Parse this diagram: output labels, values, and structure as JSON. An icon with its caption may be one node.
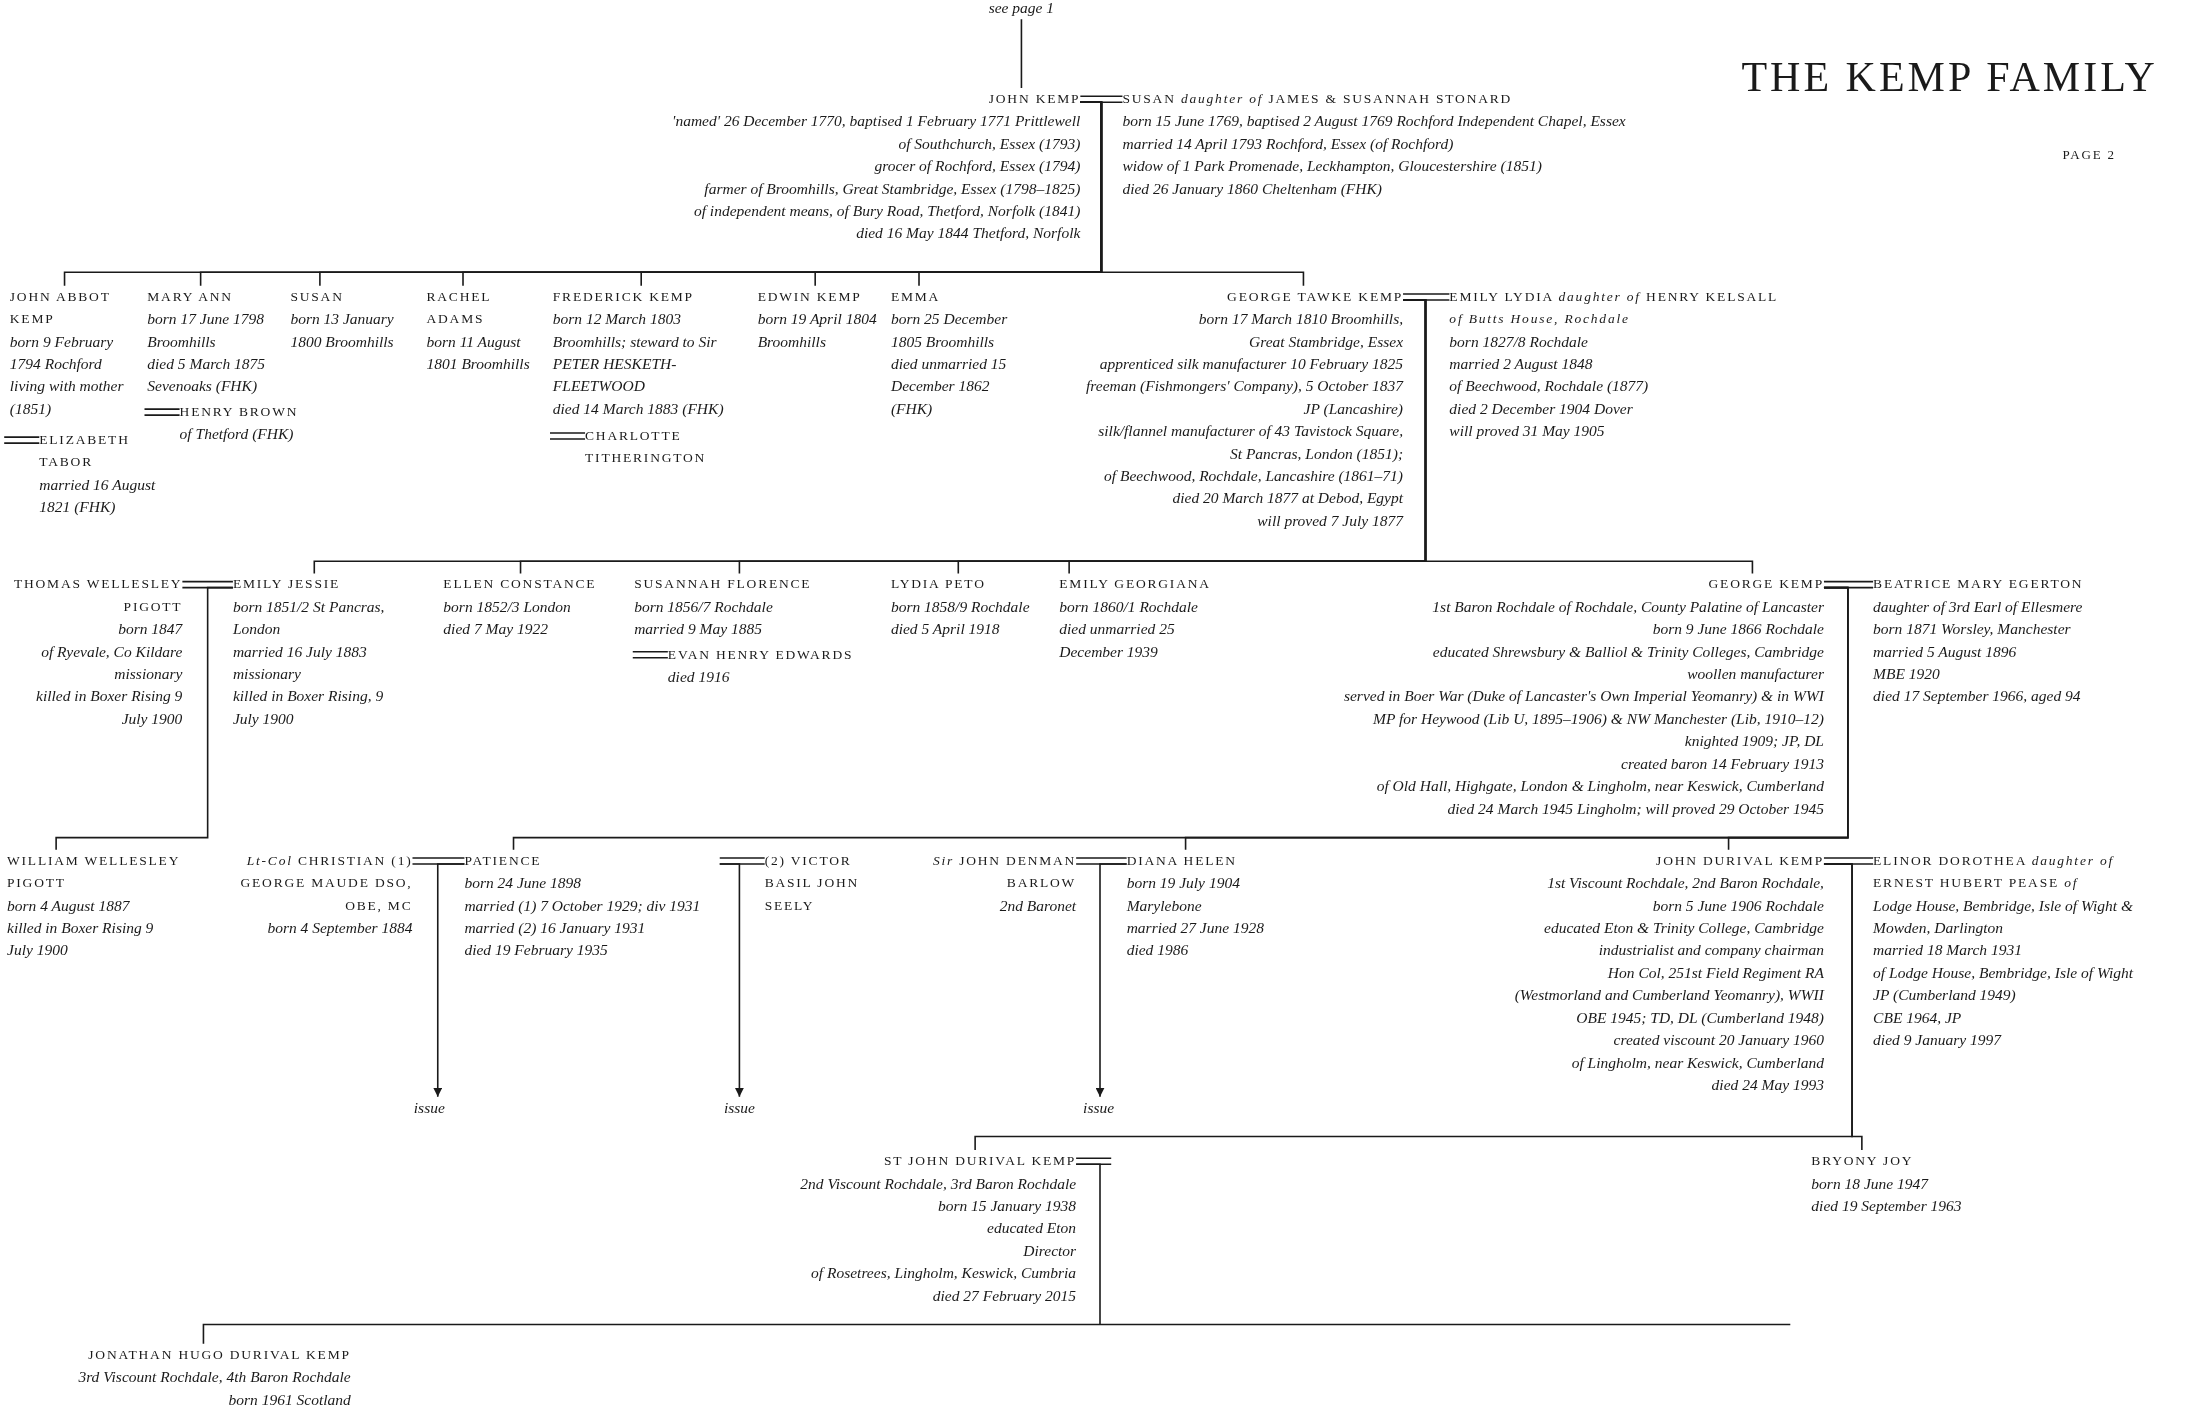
{
  "diagram": {
    "title": "THE KEMP FAMILY",
    "nodes": [
      {
        "text": [
          "see page 1"
        ]
      },
      {
        "text": [
          "JOHN KEMP",
          "'named' 26 December 1770, baptised 1 February 1771 Prittlewell",
          "of Southchurch, Essex (1793)",
          "grocer of Rochford, Essex (1794)",
          "farmer of Broomhills, Great Stambridge, Essex (1798–1825)",
          "of independent means, of Bury Road, Thetford, Norfolk (1841)",
          "died 16 May 1844 Thetford, Norfolk"
        ]
      },
      {
        "text": [
          "SUSAN *daughter of* JAMES & SUSANNAH STONARD",
          "born 15 June 1769, baptised 2 August 1769 Rochford Independent Chapel, Essex",
          "married 14 April 1793 Rochford, Essex (of Rochford)",
          "widow of 1 Park Promenade, Leckhampton, Gloucestershire (1851)",
          "died 26 January 1860 Cheltenham (FHK)"
        ]
      },
      {
        "text": [
          "JOHN ABBOT KEMP",
          "born 9 February 1794 Rochford",
          "living with mother (1851)"
        ]
      },
      {
        "text": [
          "ELIZABETH TABOR",
          "married 16 August 1821 (FHK)"
        ]
      },
      {
        "text": [
          "MARY ANN",
          "born 17 June 1798 Broomhills",
          "died 5 March 1875 Sevenoaks (FHK)"
        ]
      },
      {
        "text": [
          "HENRY BROWN",
          "of Thetford (FHK)"
        ]
      },
      {
        "text": [
          "SUSAN",
          "born 13 January 1800 Broomhills"
        ]
      },
      {
        "text": [
          "RACHEL ADAMS",
          "born 11 August 1801 Broomhills"
        ]
      },
      {
        "text": [
          "FREDERICK KEMP",
          "born 12 March 1803 Broomhills; steward to Sir PETER HESKETH-FLEETWOOD",
          "died 14 March 1883 (FHK)"
        ]
      },
      {
        "text": [
          "CHARLOTTE TITHERINGTON"
        ]
      },
      {
        "text": [
          "EDWIN KEMP",
          "born 19 April 1804 Broomhills"
        ]
      },
      {
        "text": [
          "EMMA",
          "born 25 December 1805 Broomhills",
          "died unmarried 15 December 1862 (FHK)"
        ]
      },
      {
        "text": [
          "GEORGE TAWKE KEMP",
          "born 17 March 1810 Broomhills,",
          "Great Stambridge, Essex",
          "apprenticed silk manufacturer 10 February 1825",
          "freeman (Fishmongers' Company), 5 October 1837",
          "JP (Lancashire)",
          "silk/flannel manufacturer of 43 Tavistock Square,",
          "St Pancras, London (1851);",
          "of Beechwood, Rochdale, Lancashire (1861–71)",
          "died 20 March 1877 at Debod, Egypt",
          "will proved 7 July 1877"
        ]
      },
      {
        "text": [
          "EMILY LYDIA *daughter of* HENRY KELSALL *of Butts House, Rochdale*",
          "born 1827/8 Rochdale",
          "married 2 August 1848",
          "of Beechwood, Rochdale (1877)",
          "died 2 December 1904 Dover",
          "will proved 31 May 1905"
        ]
      },
      {
        "text": [
          "THOMAS WELLESLEY PIGOTT",
          "born 1847",
          "of Ryevale, Co Kildare",
          "missionary",
          "killed in Boxer Rising 9 July 1900"
        ]
      },
      {
        "text": [
          "EMILY JESSIE",
          "born 1851/2 St Pancras, London",
          "married 16 July 1883",
          "missionary",
          "killed in Boxer Rising, 9 July 1900"
        ]
      },
      {
        "text": [
          "ELLEN CONSTANCE",
          "born 1852/3 London",
          "died 7 May 1922"
        ]
      },
      {
        "text": [
          "SUSANNAH FLORENCE",
          "born 1856/7 Rochdale",
          "married 9 May 1885"
        ]
      },
      {
        "text": [
          "EVAN HENRY EDWARDS",
          "died 1916"
        ]
      },
      {
        "text": [
          "LYDIA PETO",
          "born 1858/9 Rochdale",
          "died 5 April 1918"
        ]
      },
      {
        "text": [
          "EMILY GEORGIANA",
          "born 1860/1 Rochdale",
          "died unmarried 25 December 1939"
        ]
      },
      {
        "text": [
          "GEORGE KEMP",
          "1st Baron Rochdale of Rochdale, County Palatine of Lancaster",
          "born 9 June 1866 Rochdale",
          "educated Shrewsbury & Balliol & Trinity Colleges, Cambridge",
          "woollen manufacturer",
          "served in Boer War (Duke of Lancaster's Own Imperial Yeomanry) & in WWI",
          "MP for Heywood (Lib U, 1895–1906) & NW Manchester (Lib, 1910–12)",
          "knighted 1909; JP, DL",
          "created baron 14 February 1913",
          "of Old Hall, Highgate, London & Lingholm, near Keswick, Cumberland",
          "died 24 March 1945 Lingholm; will proved 29 October 1945"
        ]
      },
      {
        "text": [
          "BEATRICE MARY EGERTON",
          "daughter of 3rd Earl of Ellesmere",
          "born 1871 Worsley, Manchester",
          "married 5 August 1896",
          "MBE 1920",
          "died 17 September 1966, aged 94"
        ]
      },
      {
        "text": [
          "WILLIAM WELLESLEY PIGOTT",
          "born 4 August 1887",
          "killed in Boxer Rising 9 July 1900"
        ]
      },
      {
        "text": [
          "*Lt-Col* CHRISTIAN (1) GEORGE MAUDE DSO, OBE, MC",
          "born 4 September 1884"
        ]
      },
      {
        "text": [
          "PATIENCE",
          "born 24 June 1898",
          "married (1) 7 October 1929; div 1931",
          "married (2) 16 January 1931",
          "died 19 February 1935"
        ]
      },
      {
        "text": [
          "(2) VICTOR BASIL JOHN SEELY"
        ]
      },
      {
        "text": [
          "*Sir* JOHN DENMAN BARLOW",
          "2nd Baronet"
        ]
      },
      {
        "text": [
          "DIANA HELEN",
          "born 19 July 1904 Marylebone",
          "married 27 June 1928",
          "died 1986"
        ]
      },
      {
        "text": [
          "JOHN DURIVAL KEMP",
          "1st Viscount Rochdale, 2nd Baron Rochdale,",
          "born 5 June 1906 Rochdale",
          "educated Eton & Trinity College, Cambridge",
          "industrialist and company chairman",
          "Hon Col, 251st Field Regiment RA",
          "(Westmorland and Cumberland Yeomanry), WWII",
          "OBE 1945; TD, DL (Cumberland 1948)",
          "created viscount 20 January 1960",
          "of Lingholm, near Keswick, Cumberland",
          "died 24 May 1993"
        ]
      },
      {
        "text": [
          "ELINOR DOROTHEA *daughter of* ERNEST HUBERT PEASE *of*",
          "Lodge House, Bembridge, Isle of Wight & Mowden, Darlington",
          "married 18 March 1931",
          "of Lodge House, Bembridge, Isle of Wight",
          "JP (Cumberland 1949)",
          "CBE 1964, JP",
          "died 9 January 1997"
        ]
      },
      {
        "text": [
          "issue"
        ]
      },
      {
        "text": [
          "issue"
        ]
      },
      {
        "text": [
          "issue"
        ]
      },
      {
        "text": [
          "ST JOHN DURIVAL KEMP",
          "2nd Viscount Rochdale, 3rd Baron Rochdale",
          "born 15 January 1938",
          "educated Eton",
          "Director",
          "of Rosetrees, Lingholm, Keswick, Cumbria",
          "died 27 February 2015"
        ]
      },
      {
        "text": [
          "BRYONY JOY",
          "born 18 June 1947",
          "died 19 September 1963"
        ]
      },
      {
        "text": [
          "JONATHAN HUGO DURIVAL KEMP",
          "3rd Viscount Rochdale, 4th Baron Rochdale",
          "born 1961 Scotland"
        ]
      }
    ],
    "edges": [
      {
        "from": 0,
        "to": 1,
        "arrow": "none"
      },
      {
        "from": 1,
        "to": 2,
        "arrow": "none"
      },
      {
        "from": 1,
        "to": 3,
        "arrow": "none"
      },
      {
        "from": 1,
        "to": 5,
        "arrow": "none"
      },
      {
        "from": 1,
        "to": 7,
        "arrow": "none"
      },
      {
        "from": 1,
        "to": 8,
        "arrow": "none"
      },
      {
        "from": 1,
        "to": 9,
        "arrow": "none"
      },
      {
        "from": 1,
        "to": 11,
        "arrow": "none"
      },
      {
        "from": 1,
        "to": 12,
        "arrow": "none"
      },
      {
        "from": 1,
        "to": 13,
        "arrow": "none"
      },
      {
        "from": 3,
        "to": 4,
        "arrow": "none"
      },
      {
        "from": 5,
        "to": 6,
        "arrow": "none"
      },
      {
        "from": 9,
        "to": 10,
        "arrow": "none"
      },
      {
        "from": 13,
        "to": 14,
        "arrow": "none"
      },
      {
        "from": 13,
        "to": 16,
        "arrow": "none"
      },
      {
        "from": 13,
        "to": 17,
        "arrow": "none"
      },
      {
        "from": 13,
        "to": 18,
        "arrow": "none"
      },
      {
        "from": 13,
        "to": 20,
        "arrow": "none"
      },
      {
        "from": 13,
        "to": 21,
        "arrow": "none"
      },
      {
        "from": 13,
        "to": 22,
        "arrow": "none"
      },
      {
        "from": 15,
        "to": 16,
        "arrow": "none"
      },
      {
        "from": 18,
        "to": 19,
        "arrow": "none"
      },
      {
        "from": 16,
        "to": 24,
        "arrow": "none"
      },
      {
        "from": 22,
        "to": 23,
        "arrow": "none"
      },
      {
        "from": 22,
        "to": 26,
        "arrow": "none"
      },
      {
        "from": 22,
        "to": 29,
        "arrow": "none"
      },
      {
        "from": 22,
        "to": 30,
        "arrow": "none"
      },
      {
        "from": 25,
        "to": 26,
        "arrow": "none"
      },
      {
        "from": 26,
        "to": 27,
        "arrow": "none"
      },
      {
        "from": 28,
        "to": 29,
        "arrow": "none"
      },
      {
        "from": 26,
        "to": 32,
        "arrow": "to"
      },
      {
        "from": 26,
        "to": 33,
        "arrow": "to"
      },
      {
        "from": 29,
        "to": 34,
        "arrow": "to"
      },
      {
        "from": 30,
        "to": 31,
        "arrow": "none"
      },
      {
        "from": 30,
        "to": 35,
        "arrow": "none"
      },
      {
        "from": 30,
        "to": 36,
        "arrow": "none"
      },
      {
        "from": 35,
        "to": null,
        "arrow": "none"
      },
      {
        "from": 35,
        "to": 37,
        "arrow": "none"
      }
    ],
    "labels": [
      "PAGE 2"
    ]
  }
}
